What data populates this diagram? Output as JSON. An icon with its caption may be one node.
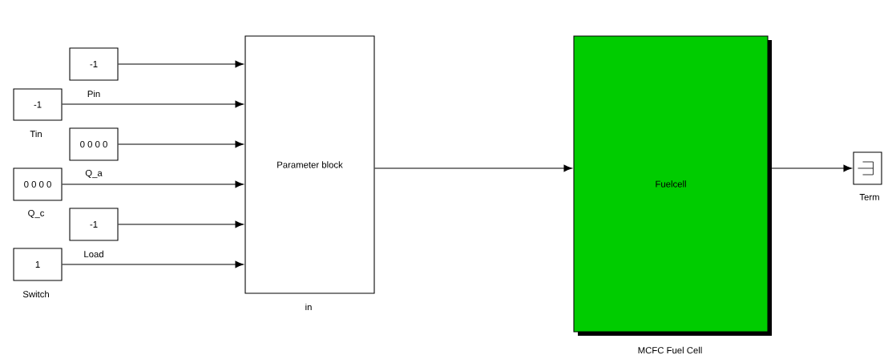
{
  "diagram": {
    "nodes": [
      {
        "text": [
          "-1"
        ],
        "beside": [
          "Pin"
        ]
      },
      {
        "text": [
          "-1"
        ],
        "beside": [
          "Tin"
        ]
      },
      {
        "text": [
          "0 0 0 0"
        ],
        "beside": [
          "Q_a"
        ]
      },
      {
        "text": [
          "0 0 0 0"
        ],
        "beside": [
          "Q_c"
        ]
      },
      {
        "text": [
          "-1"
        ],
        "beside": [
          "Load"
        ]
      },
      {
        "text": [
          "1"
        ],
        "beside": [
          "Switch"
        ]
      },
      {
        "text": [
          "Parameter block"
        ],
        "beside": [
          "in"
        ]
      },
      {
        "text": [
          "Fuelcell"
        ],
        "beside": [
          "MCFC Fuel Cell"
        ]
      },
      {
        "text": [],
        "shape": "box",
        "beside": [
          "Term"
        ]
      }
    ],
    "edges": [
      {
        "from": 0,
        "to": 6,
        "arrow": "to"
      },
      {
        "from": 1,
        "to": 6,
        "arrow": "to"
      },
      {
        "from": 2,
        "to": 6,
        "arrow": "to"
      },
      {
        "from": 3,
        "to": 6,
        "arrow": "to"
      },
      {
        "from": 4,
        "to": 6,
        "arrow": "to"
      },
      {
        "from": 5,
        "to": 6,
        "arrow": "to"
      },
      {
        "from": 6,
        "to": 7,
        "arrow": "to"
      },
      {
        "from": 7,
        "to": 8,
        "arrow": "to"
      }
    ]
  }
}
